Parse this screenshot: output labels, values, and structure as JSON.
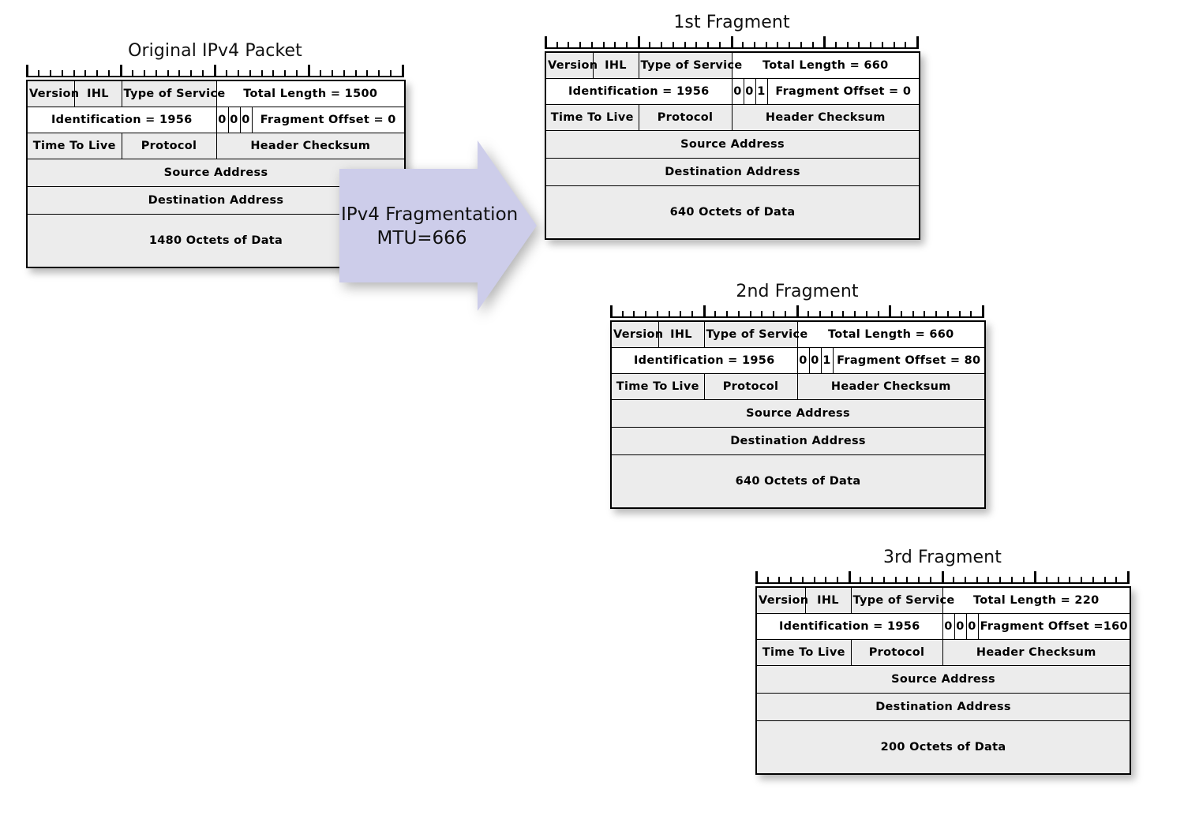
{
  "diagram": {
    "title_meta": "IPv4 Fragmentation diagram",
    "colors": {
      "cell_grey": "#ececec",
      "cell_white": "#ffffff",
      "arrow_fill": "#cdcdea",
      "border": "#000000"
    }
  },
  "arrow": {
    "line1": "IPv4 Fragmentation",
    "line2": "MTU=666"
  },
  "packets": [
    {
      "id": "original",
      "title": "Original IPv4 Packet",
      "row1": {
        "version": "Version",
        "ihl": "IHL",
        "tos": "Type of Service",
        "total_length": "Total Length = 1500"
      },
      "row2": {
        "identification": "Identification = 1956",
        "flag1": "0",
        "flag2": "0",
        "flag3": "0",
        "fragment_offset": "Fragment Offset = 0"
      },
      "row3": {
        "ttl": "Time To Live",
        "protocol": "Protocol",
        "checksum": "Header Checksum"
      },
      "source_address": "Source Address",
      "destination_address": "Destination Address",
      "payload": "1480 Octets of Data"
    },
    {
      "id": "fragment-1",
      "title": "1st Fragment",
      "row1": {
        "version": "Version",
        "ihl": "IHL",
        "tos": "Type of Service",
        "total_length": "Total Length = 660"
      },
      "row2": {
        "identification": "Identification = 1956",
        "flag1": "0",
        "flag2": "0",
        "flag3": "1",
        "fragment_offset": "Fragment Offset = 0"
      },
      "row3": {
        "ttl": "Time To Live",
        "protocol": "Protocol",
        "checksum": "Header Checksum"
      },
      "source_address": "Source Address",
      "destination_address": "Destination Address",
      "payload": "640 Octets of Data"
    },
    {
      "id": "fragment-2",
      "title": "2nd Fragment",
      "row1": {
        "version": "Version",
        "ihl": "IHL",
        "tos": "Type of Service",
        "total_length": "Total Length = 660"
      },
      "row2": {
        "identification": "Identification = 1956",
        "flag1": "0",
        "flag2": "0",
        "flag3": "1",
        "fragment_offset": "Fragment Offset = 80"
      },
      "row3": {
        "ttl": "Time To Live",
        "protocol": "Protocol",
        "checksum": "Header Checksum"
      },
      "source_address": "Source Address",
      "destination_address": "Destination Address",
      "payload": "640 Octets of Data"
    },
    {
      "id": "fragment-3",
      "title": "3rd Fragment",
      "row1": {
        "version": "Version",
        "ihl": "IHL",
        "tos": "Type of Service",
        "total_length": "Total Length = 220"
      },
      "row2": {
        "identification": "Identification = 1956",
        "flag1": "0",
        "flag2": "0",
        "flag3": "0",
        "fragment_offset": "Fragment Offset =160"
      },
      "row3": {
        "ttl": "Time To Live",
        "protocol": "Protocol",
        "checksum": "Header Checksum"
      },
      "source_address": "Source Address",
      "destination_address": "Destination Address",
      "payload": "200 Octets of Data"
    }
  ]
}
